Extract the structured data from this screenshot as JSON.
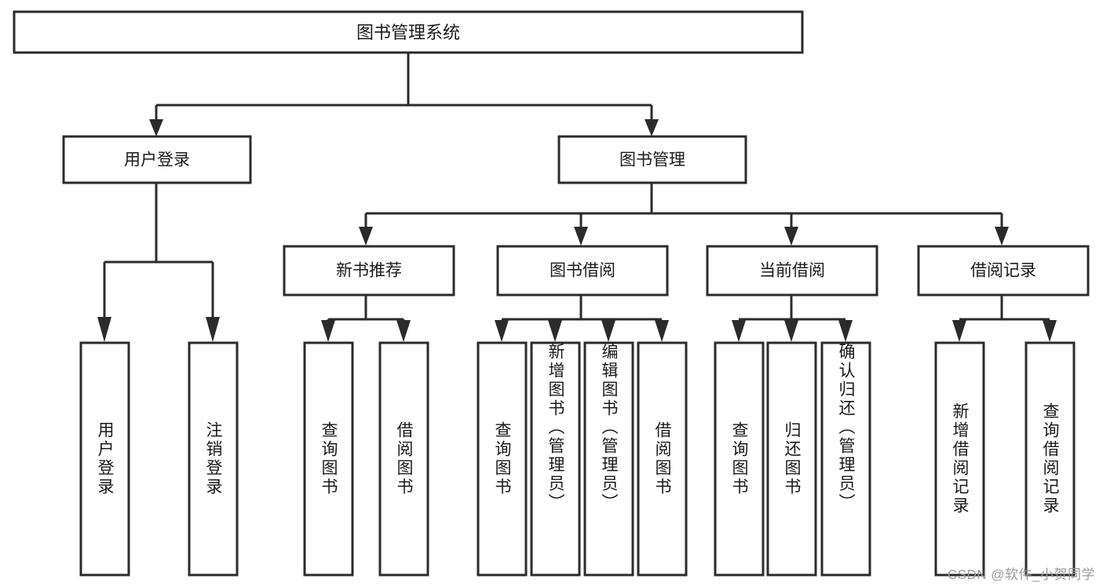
{
  "diagram": {
    "type": "tree-hierarchy-flowchart",
    "title": "图书管理系统",
    "orientation": "top-down",
    "colors": {
      "background": "#ffffff",
      "box_fill": "#ffffff",
      "box_stroke": "#2b2b2b",
      "connector": "#2b2b2b",
      "text": "#1a1a1a",
      "watermark": "#9a9a9a"
    },
    "root": {
      "label": "图书管理系统"
    },
    "level2": [
      {
        "label": "用户登录"
      },
      {
        "label": "图书管理"
      }
    ],
    "level3": [
      {
        "label": "新书推荐"
      },
      {
        "label": "图书借阅"
      },
      {
        "label": "当前借阅"
      },
      {
        "label": "借阅记录"
      }
    ],
    "leaves": {
      "user_login": [
        {
          "label": "用户登录"
        },
        {
          "label": "注销登录"
        }
      ],
      "new_book_recommend": [
        {
          "label": "查询图书"
        },
        {
          "label": "借阅图书"
        }
      ],
      "book_borrow": [
        {
          "label": "查询图书"
        },
        {
          "label": "新增图书（管理员）"
        },
        {
          "label": "编辑图书（管理员）"
        },
        {
          "label": "借阅图书"
        }
      ],
      "current_borrow": [
        {
          "label": "查询图书"
        },
        {
          "label": "归还图书"
        },
        {
          "label": "确认归还（管理员）"
        }
      ],
      "borrow_record": [
        {
          "label": "新增借阅记录"
        },
        {
          "label": "查询借阅记录"
        }
      ]
    }
  },
  "watermark": {
    "text": "CSDN @软件_小贺同学"
  }
}
